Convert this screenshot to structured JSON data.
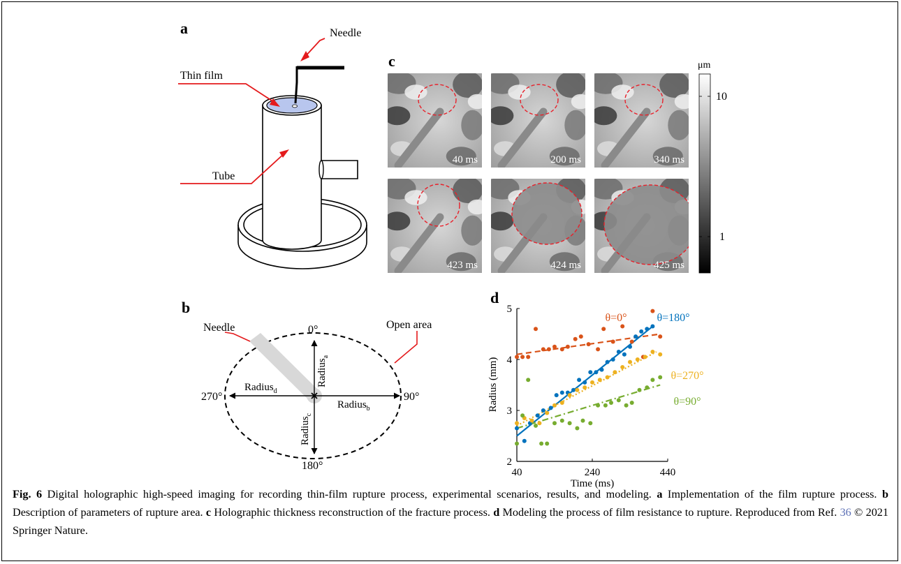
{
  "panels": {
    "a": {
      "letter": "a",
      "labels": {
        "needle": "Needle",
        "thin_film": "Thin film",
        "tube": "Tube"
      },
      "colors": {
        "pointer": "#e41a1c",
        "film": "#b8c6ee",
        "needle": "#000000"
      }
    },
    "b": {
      "letter": "b",
      "labels": {
        "needle": "Needle",
        "open_area": "Open area",
        "deg0": "0°",
        "deg90": "90°",
        "deg180": "180°",
        "deg270": "270°",
        "radius": "Radius",
        "sub_a": "a",
        "sub_b": "b",
        "sub_c": "c",
        "sub_d": "d"
      }
    },
    "c": {
      "letter": "c",
      "frames": [
        "40 ms",
        "200 ms",
        "340 ms",
        "423 ms",
        "424 ms",
        "425 ms"
      ],
      "colorbar": {
        "unit": "μm",
        "ticks": [
          "10",
          "1"
        ]
      },
      "colors": {
        "rupture_outline": "#e8202a"
      }
    },
    "d": {
      "letter": "d"
    }
  },
  "chart_data": {
    "type": "scatter",
    "xlabel": "Time (ms)",
    "ylabel": "Radius (mm)",
    "xlim": [
      40,
      440
    ],
    "ylim": [
      2,
      5
    ],
    "xticks": [
      "40",
      "240",
      "440"
    ],
    "yticks": [
      "2",
      "3",
      "4",
      "5"
    ],
    "series": [
      {
        "name": "θ=0°",
        "color": "#d95319",
        "fit": {
          "style": "dashed",
          "x": [
            40,
            420
          ],
          "y": [
            4.1,
            4.5
          ]
        },
        "x": [
          40,
          55,
          70,
          90,
          110,
          125,
          140,
          160,
          175,
          195,
          210,
          230,
          255,
          270,
          295,
          320,
          345,
          375,
          400,
          420
        ],
        "y": [
          4.05,
          4.05,
          4.05,
          4.6,
          4.2,
          4.2,
          4.25,
          4.2,
          4.25,
          4.4,
          4.45,
          4.3,
          4.2,
          4.6,
          4.35,
          4.65,
          4.35,
          4.05,
          4.95,
          4.45
        ]
      },
      {
        "name": "θ=180°",
        "color": "#0072bd",
        "fit": {
          "style": "solid",
          "x": [
            40,
            400
          ],
          "y": [
            2.5,
            4.65
          ]
        },
        "x": [
          40,
          60,
          75,
          95,
          110,
          130,
          145,
          160,
          175,
          190,
          205,
          220,
          235,
          250,
          265,
          280,
          295,
          310,
          325,
          340,
          355,
          370,
          385,
          400
        ],
        "y": [
          2.65,
          2.4,
          2.75,
          2.9,
          3.0,
          3.05,
          3.3,
          3.35,
          3.35,
          3.4,
          3.6,
          3.55,
          3.75,
          3.75,
          3.8,
          3.95,
          4.0,
          4.15,
          4.1,
          4.25,
          4.45,
          4.55,
          4.6,
          4.65
        ]
      },
      {
        "name": "θ=270°",
        "color": "#edb120",
        "fit": {
          "style": "dotted",
          "x": [
            40,
            410
          ],
          "y": [
            2.7,
            4.15
          ]
        },
        "x": [
          40,
          60,
          80,
          100,
          120,
          140,
          160,
          180,
          200,
          220,
          240,
          260,
          280,
          300,
          320,
          340,
          360,
          380,
          400,
          420
        ],
        "y": [
          2.75,
          2.85,
          2.8,
          2.75,
          2.95,
          3.1,
          3.15,
          3.3,
          3.4,
          3.45,
          3.55,
          3.6,
          3.65,
          3.75,
          3.85,
          3.95,
          4.0,
          4.05,
          4.15,
          4.1
        ]
      },
      {
        "name": "θ=90°",
        "color": "#77ac30",
        "fit": {
          "style": "dashdot",
          "x": [
            40,
            420
          ],
          "y": [
            2.65,
            3.5
          ]
        },
        "x": [
          40,
          55,
          70,
          90,
          105,
          120,
          140,
          160,
          180,
          200,
          215,
          235,
          255,
          275,
          290,
          310,
          330,
          345,
          365,
          385,
          400,
          420
        ],
        "y": [
          2.35,
          2.9,
          3.6,
          2.7,
          2.35,
          2.35,
          2.75,
          2.8,
          2.75,
          2.65,
          2.8,
          2.75,
          3.1,
          3.1,
          3.15,
          3.2,
          3.1,
          3.15,
          3.4,
          3.45,
          3.6,
          3.65
        ]
      }
    ]
  },
  "caption": {
    "fig_label": "Fig. 6",
    "main": " Digital holographic high-speed imaging for recording thin-film rupture process, experimental scenarios, results, and modeling.",
    "a_label": "a",
    "a_text": " Implementation of the film rupture process.",
    "b_label": "b",
    "b_text": " Description of parameters of rupture area.",
    "c_label": "c",
    "c_text": " Holographic thickness reconstruction of the fracture process.",
    "d_label": "d",
    "d_text": " Modeling the process of film resistance to rupture. Reproduced from Ref.",
    "ref": "36",
    "copyright": "© 2021 Springer Nature."
  }
}
